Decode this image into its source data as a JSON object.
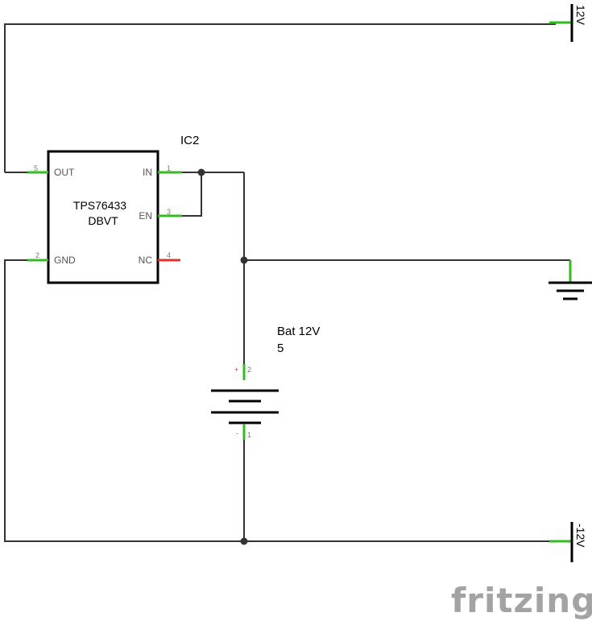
{
  "ic": {
    "ref": "IC2",
    "part_line1": "TPS76433",
    "part_line2": "DBVT",
    "pins": {
      "out": {
        "name": "OUT",
        "num": "5"
      },
      "gnd": {
        "name": "GND",
        "num": "2"
      },
      "in": {
        "name": "IN",
        "num": "1"
      },
      "en": {
        "name": "EN",
        "num": "3"
      },
      "nc": {
        "name": "NC",
        "num": "4"
      }
    }
  },
  "battery": {
    "name": "Bat 12V",
    "value": "5",
    "pos_sign": "+",
    "pos_num": "2",
    "neg_sign": "-",
    "neg_num": "1"
  },
  "rails": {
    "top": "12V",
    "bottom": "-12V"
  },
  "logo": "fritzing",
  "colors": {
    "wire": "#333333",
    "connected_pin": "#33bb22",
    "unconnected_pin": "#dd3333",
    "logo": "#a3a3a3"
  }
}
